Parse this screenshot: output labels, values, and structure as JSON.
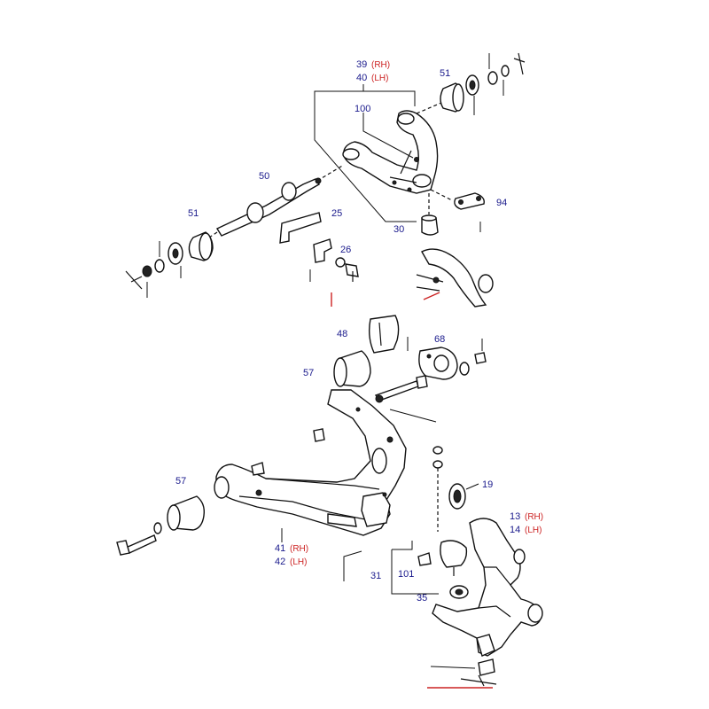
{
  "colors": {
    "label": "#1a1a8c",
    "side_tag": "#cc2222",
    "line": "#111111",
    "background": "#ffffff"
  },
  "labels": {
    "p39": "39",
    "p40": "40",
    "rh": "(RH)",
    "lh": "(LH)",
    "p51": "51",
    "p100": "100",
    "p50": "50",
    "p25": "25",
    "p26": "26",
    "p94": "94",
    "p30": "30",
    "p48": "48",
    "p68": "68",
    "p57": "57",
    "p19": "19",
    "p13": "13",
    "p14": "14",
    "p41": "41",
    "p42": "42",
    "p31": "31",
    "p101": "101",
    "p35": "35"
  }
}
